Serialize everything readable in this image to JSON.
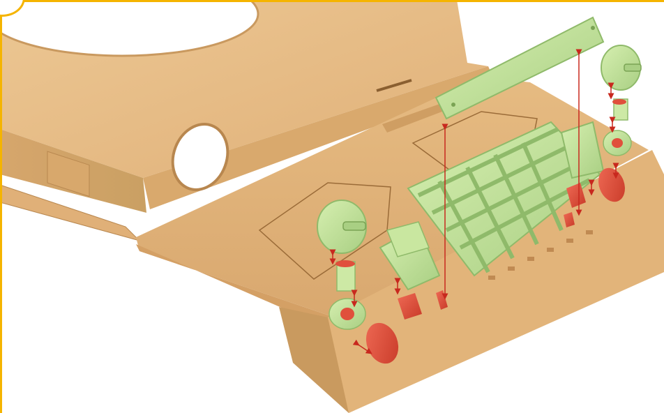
{
  "colors": {
    "frame_border": "#f5b400",
    "hull": "#e3b57d",
    "hull_light": "#ecc793",
    "hull_dark": "#c9995f",
    "hull_edge": "#b8874f",
    "hole": "#ffffff",
    "part_green": "#c9e7a0",
    "part_green_dark": "#9cc477",
    "part_red": "#e0503c",
    "part_red_dark": "#b83322",
    "arrow_red": "#c8281e"
  },
  "icons": {
    "corner_badge": "badge-circle-icon",
    "assembly_arrow": "double-arrow-icon"
  },
  "scene": {
    "subject": "tank-hull-front-plate-assembly",
    "parts": [
      "headlight-left",
      "headlight-right",
      "light-socket",
      "track-link-rack",
      "tow-bar",
      "horn-housing",
      "red-mount-pads"
    ]
  }
}
